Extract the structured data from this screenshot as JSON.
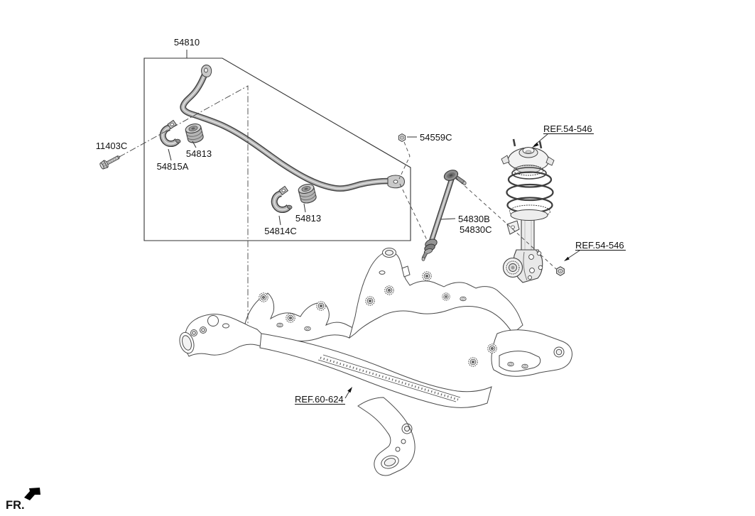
{
  "diagram_title": "stabilizer-bar-front-suspension-parts-diagram",
  "colors": {
    "background": "#ffffff",
    "ink": "#3f3f3f",
    "label_text": "#111111",
    "metal_light": "#cfcfcf",
    "metal_mid": "#b3b3b3",
    "metal_dark": "#8a8a8a",
    "fr_arrow": "#000000"
  },
  "part_labels": {
    "stabilizer_bar": "54810",
    "bolt": "11403C",
    "bushing_front": "54813",
    "bracket_front": "54815A",
    "bushing_rear": "54813",
    "bracket_rear": "54814C",
    "nut": "54559C",
    "link_line1": "54830B",
    "link_line2": "54830C"
  },
  "ref_labels": {
    "strut_top": "REF.54-546",
    "strut_bottom": "REF.54-546",
    "crossmember": "REF.60-624"
  },
  "orientation": {
    "front_marker": "FR."
  },
  "icons": {
    "fr_arrow": "front-direction-arrow"
  }
}
